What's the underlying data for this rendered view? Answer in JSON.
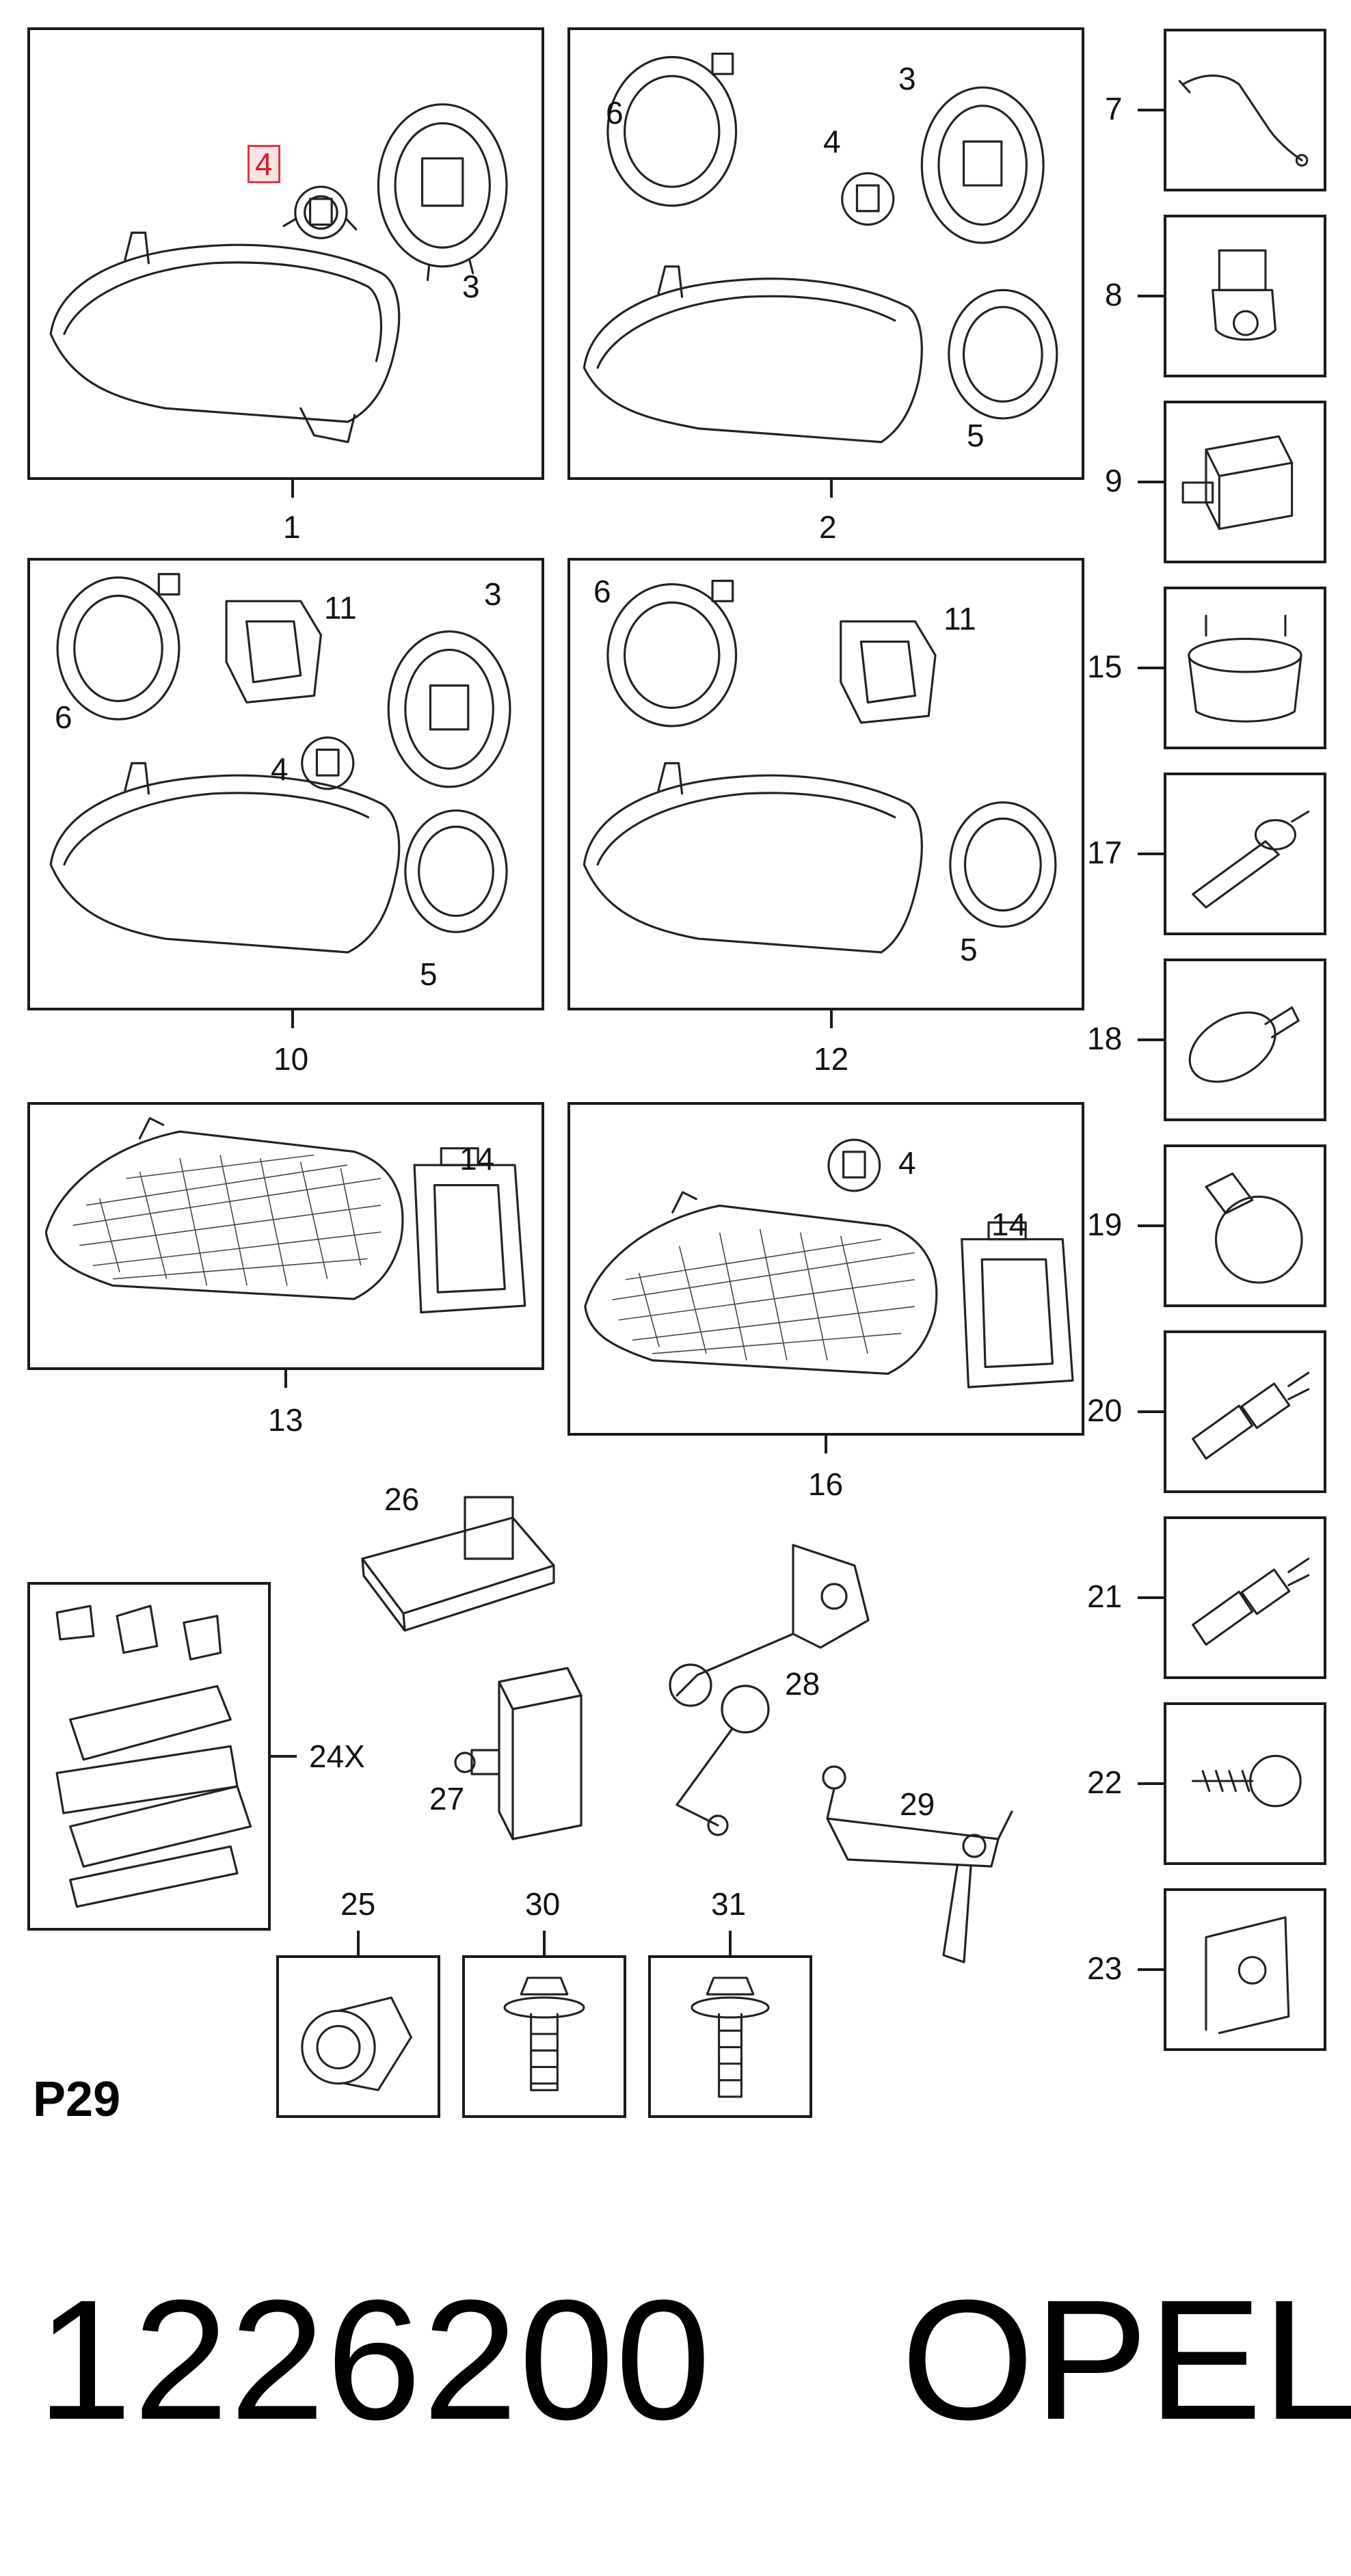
{
  "diagram": {
    "page_code": "P29",
    "part_number": "1226200",
    "brand": "OPEL",
    "highlighted_callout": "4",
    "assemblies": [
      {
        "ref": "1",
        "callouts": [
          "4",
          "3"
        ]
      },
      {
        "ref": "2",
        "callouts": [
          "6",
          "3",
          "4",
          "5"
        ]
      },
      {
        "ref": "10",
        "callouts": [
          "11",
          "3",
          "6",
          "4",
          "5"
        ]
      },
      {
        "ref": "12",
        "callouts": [
          "6",
          "11",
          "5"
        ]
      },
      {
        "ref": "13",
        "callouts": [
          "14"
        ]
      },
      {
        "ref": "16",
        "callouts": [
          "4",
          "14"
        ]
      }
    ],
    "side_parts": [
      "7",
      "8",
      "9",
      "15",
      "17",
      "18",
      "19",
      "20",
      "21",
      "22",
      "23"
    ],
    "bottom_parts": {
      "group_24x": "24X",
      "loose": [
        "26",
        "27",
        "28",
        "29"
      ],
      "boxed": [
        "25",
        "30",
        "31"
      ]
    }
  }
}
